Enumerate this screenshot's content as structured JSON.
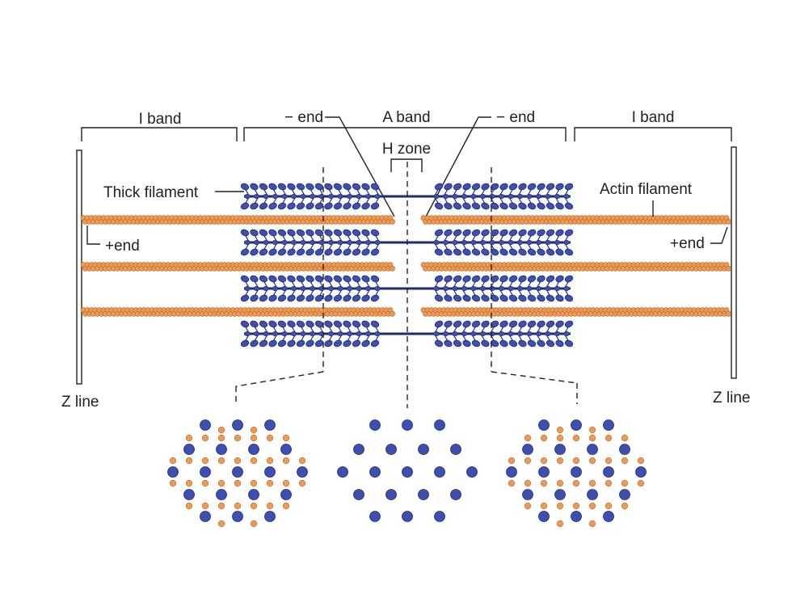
{
  "labels": {
    "i_band_left": "I band",
    "i_band_right": "I band",
    "a_band": "A band",
    "minus_end_left": "− end",
    "minus_end_right": "− end",
    "h_zone": "H zone",
    "thick_filament": "Thick filament",
    "actin_filament": "Actin filament",
    "plus_end_left": "+end",
    "plus_end_right": "+end",
    "z_line_left": "Z line",
    "z_line_right": "Z line"
  },
  "colors": {
    "myosin": "#3f4fb0",
    "myosin_dark": "#1f2a78",
    "actin": "#ee9a55",
    "actin_dark": "#b8682a",
    "line": "#222222",
    "background": "#ffffff"
  }
}
